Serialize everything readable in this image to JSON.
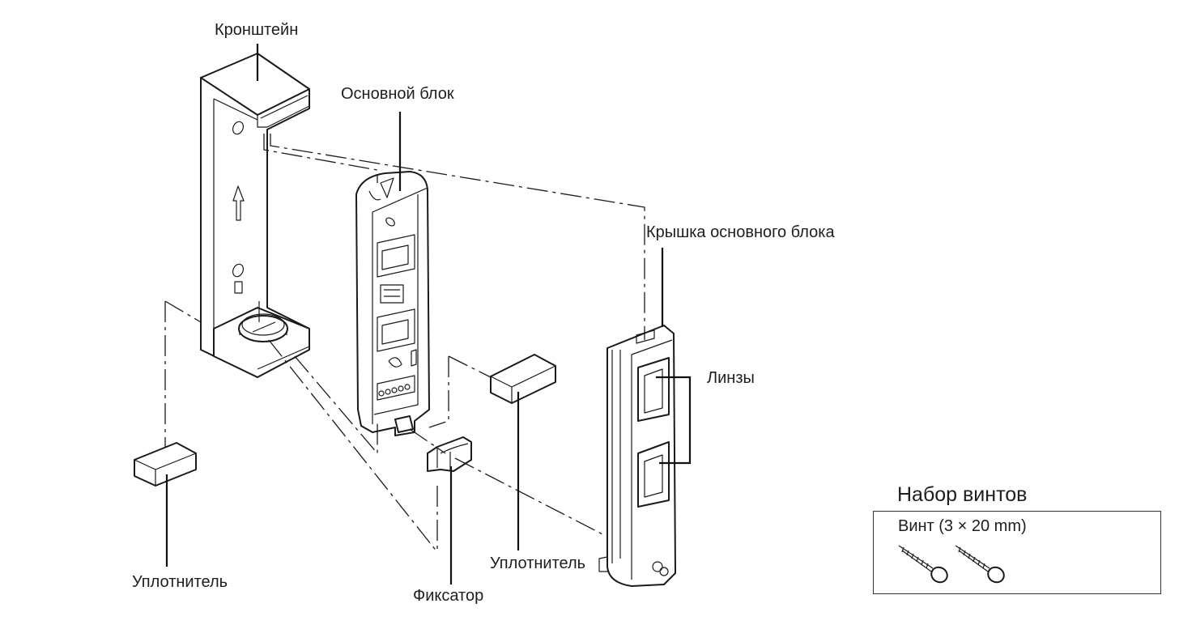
{
  "diagram": {
    "type": "exploded-assembly-view",
    "labels": {
      "bracket": "Кронштейн",
      "main_unit": "Основной блок",
      "main_unit_cover": "Крышка основного блока",
      "lenses": "Линзы",
      "seal_left": "Уплотнитель",
      "seal_right": "Уплотнитель",
      "latch": "Фиксатор"
    },
    "screw_set": {
      "title": "Набор винтов",
      "item": "Винт (3 × 20 mm)",
      "quantity": 2
    },
    "colors": {
      "line": "#1a1a1a",
      "background": "#ffffff"
    }
  }
}
